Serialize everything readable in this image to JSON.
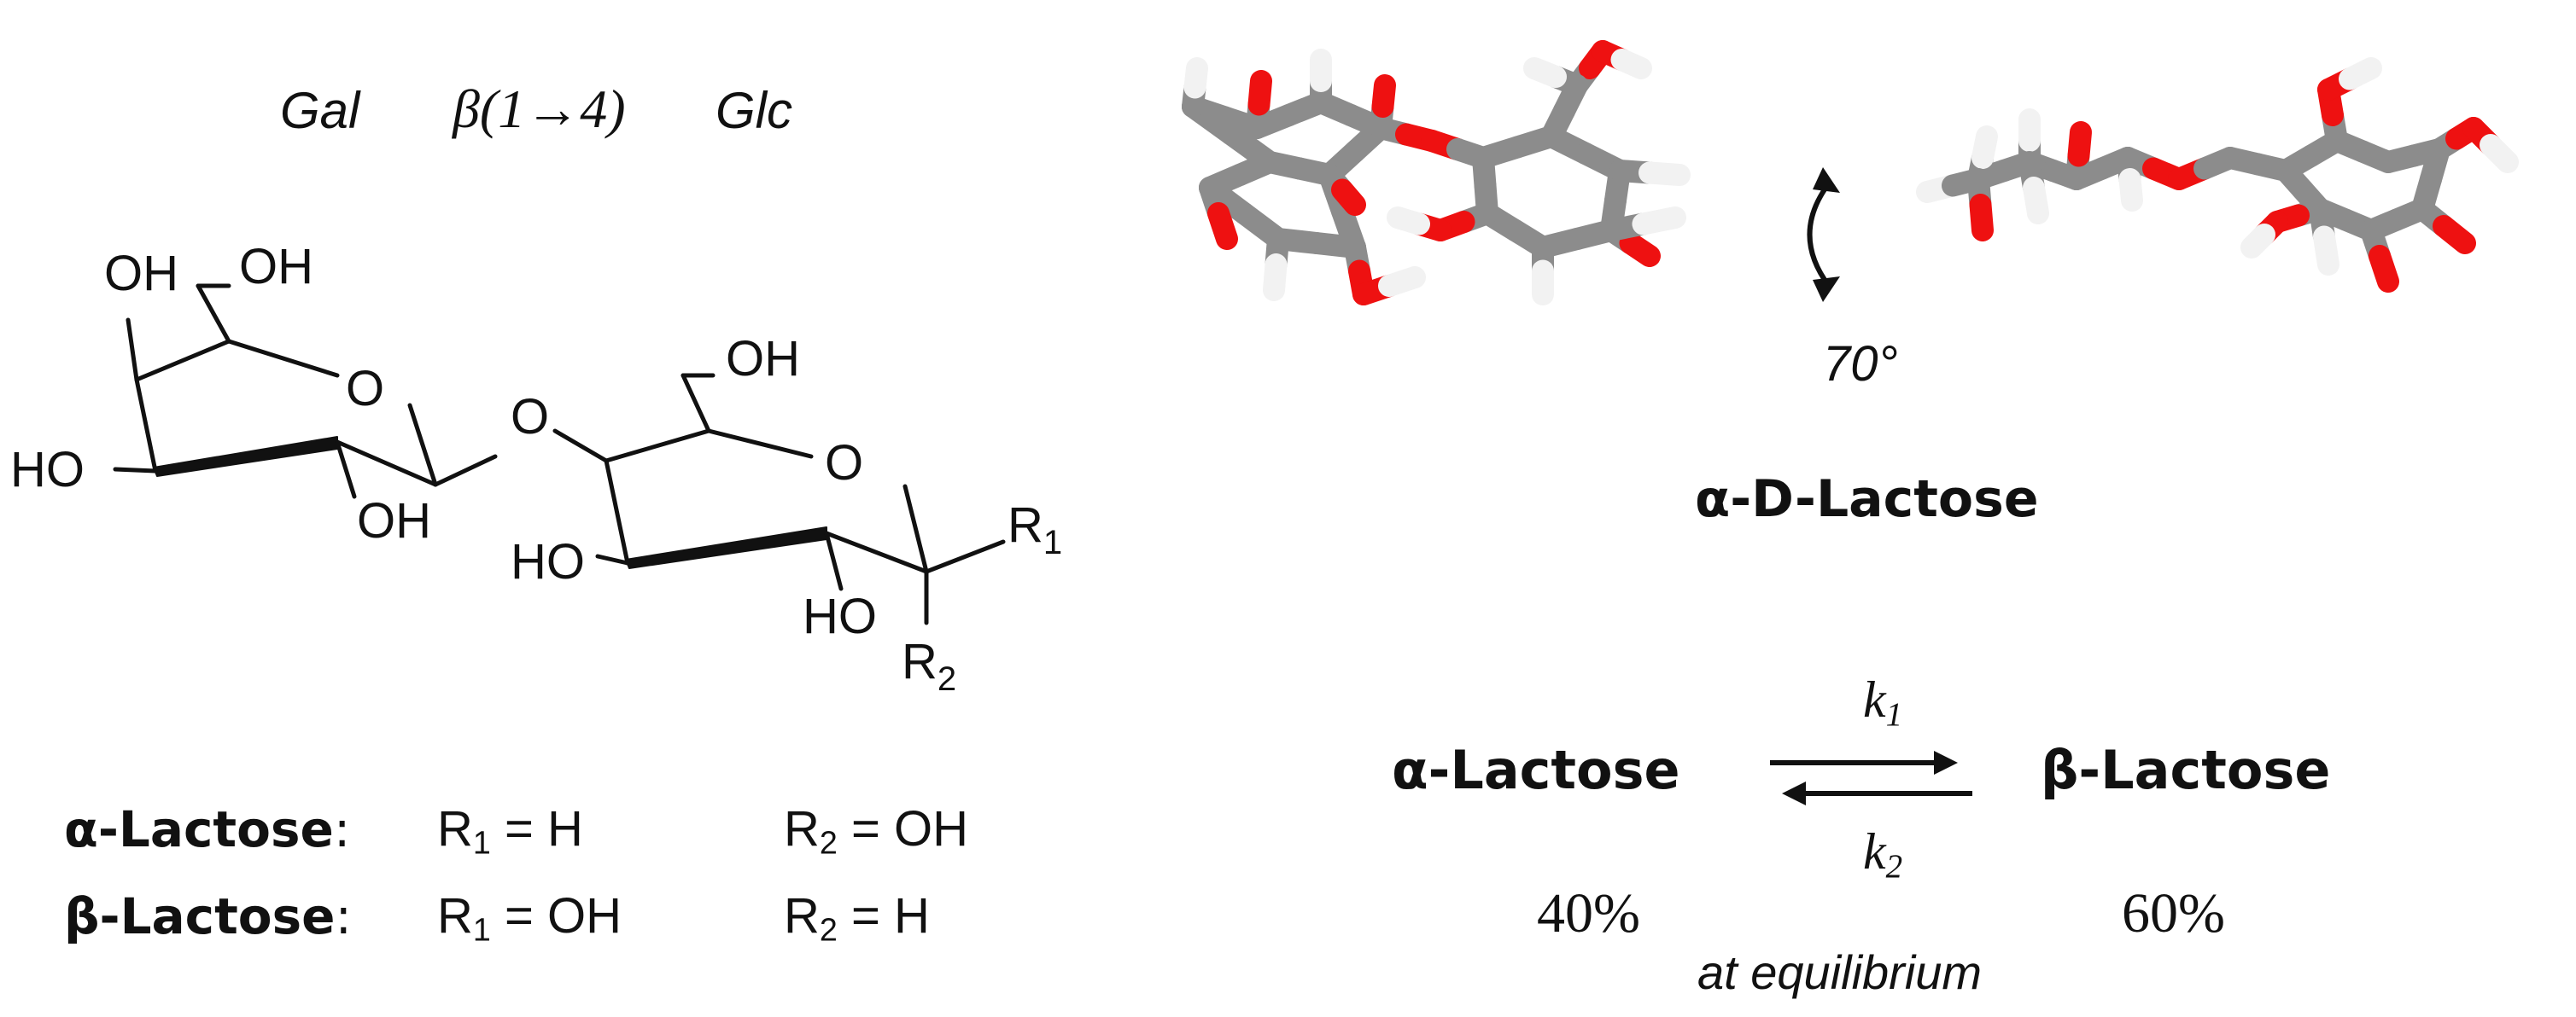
{
  "linkage": {
    "gal": "Gal",
    "beta_link": "β(1→4)",
    "glc": "Glc"
  },
  "structure_atoms": {
    "gal_oh4": "OH",
    "gal_ch2oh": "OH",
    "gal_ring_o": "O",
    "gal_ho3": "HO",
    "gal_oh2": "OH",
    "glyco_o": "O",
    "glc_ch2oh": "OH",
    "glc_ring_o": "O",
    "glc_ho3": "HO",
    "glc_ho2": "HO",
    "r1": "R",
    "r1_sub": "1",
    "r2": "R",
    "r2_sub": "2"
  },
  "anomer_table": [
    {
      "name": "α-Lactose",
      "colon": ":",
      "r1_label": "R",
      "r1_sub": "1",
      "r1_value": " = H",
      "r2_label": "R",
      "r2_sub": "2",
      "r2_value": " = OH"
    },
    {
      "name": "β-Lactose",
      "colon": ":",
      "r1_label": "R",
      "r1_sub": "1",
      "r1_value": " = OH",
      "r2_label": "R",
      "r2_sub": "2",
      "r2_value": " = H"
    }
  ],
  "model": {
    "rotation": "70°",
    "caption": "α-D-Lactose",
    "colors": {
      "carbon": "#8c8c8c",
      "oxygen": "#ee1111",
      "hydrogen": "#f2f2f2"
    }
  },
  "equilibrium": {
    "left": "α-Lactose",
    "right": "β-Lactose",
    "k1": "k",
    "k1_sub": "1",
    "k2": "k",
    "k2_sub": "2",
    "left_percent": "40%",
    "right_percent": "60%",
    "note": "at equilibrium"
  }
}
